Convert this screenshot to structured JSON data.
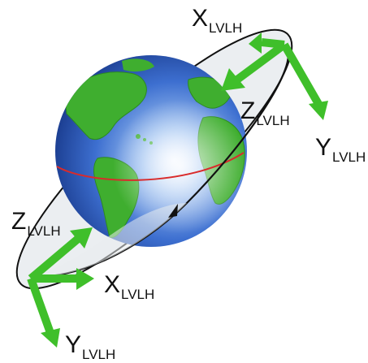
{
  "figure": {
    "frame_labels": {
      "top_x": {
        "main": "X",
        "sub": "LVLH"
      },
      "top_z": {
        "main": "Z",
        "sub": "LVLH"
      },
      "top_y": {
        "main": "Y",
        "sub": "LVLH"
      },
      "bottom_z": {
        "main": "Z",
        "sub": "LVLH"
      },
      "bottom_x": {
        "main": "X",
        "sub": "LVLH"
      },
      "bottom_y": {
        "main": "Y",
        "sub": "LVLH"
      }
    },
    "colors": {
      "axis_arrow": "#3fbf2a",
      "axis_arrow_dark": "#2e9e1f",
      "equator": "#d92b2b",
      "orbit_plane_fill": "#e9ecef",
      "orbit_line": "#111111",
      "ocean_light": "#4f86d9",
      "ocean_dark": "#0b2f86",
      "land": "#3fae2f"
    },
    "icons": {
      "planet": "earth-globe",
      "direction_marker": "orbit-direction-arrowhead"
    }
  }
}
